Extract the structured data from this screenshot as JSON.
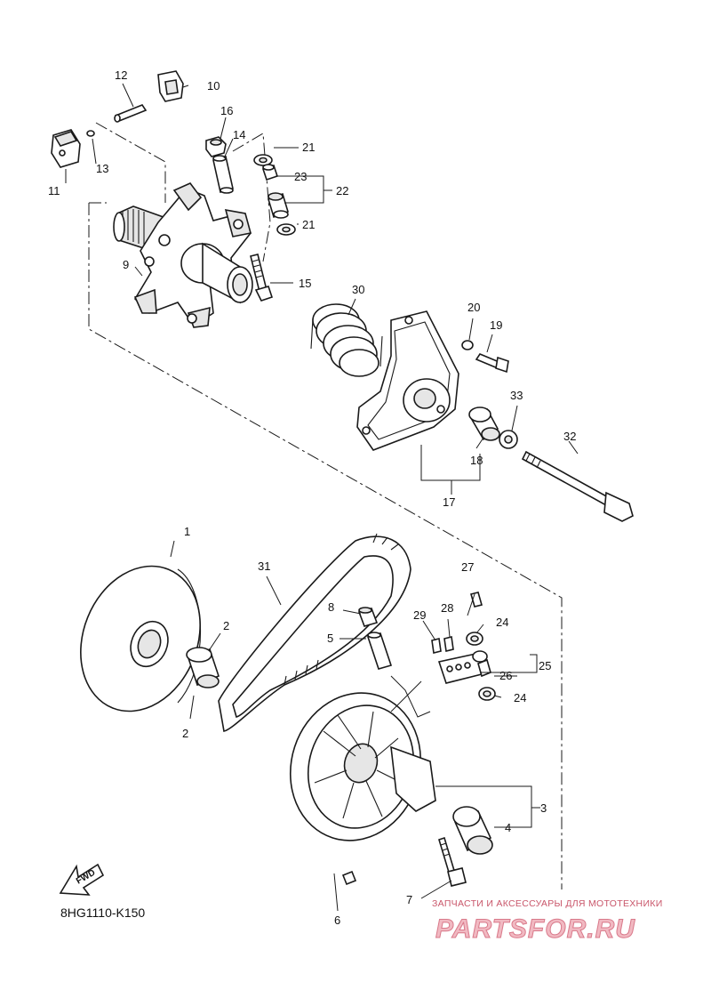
{
  "diagram_code": "8HG1110-K150",
  "fwd_label": "FWD",
  "watermark": {
    "tagline": "ЗАПЧАСТИ И АКСЕССУАРЫ ДЛЯ МОТОТЕХНИКИ",
    "brand": "PARTSFOR.RU"
  },
  "callouts": {
    "c1": "1",
    "c2a": "2",
    "c2b": "2",
    "c3": "3",
    "c4": "4",
    "c5": "5",
    "c6": "6",
    "c7": "7",
    "c8": "8",
    "c9": "9",
    "c10": "10",
    "c11": "11",
    "c12": "12",
    "c13": "13",
    "c14": "14",
    "c15": "15",
    "c16": "16",
    "c17": "17",
    "c18": "18",
    "c19": "19",
    "c20": "20",
    "c21a": "21",
    "c21b": "21",
    "c22": "22",
    "c23": "23",
    "c24a": "24",
    "c24b": "24",
    "c25": "25",
    "c26": "26",
    "c27": "27",
    "c28": "28",
    "c29": "29",
    "c30": "30",
    "c31": "31",
    "c32": "32",
    "c33": "33"
  }
}
